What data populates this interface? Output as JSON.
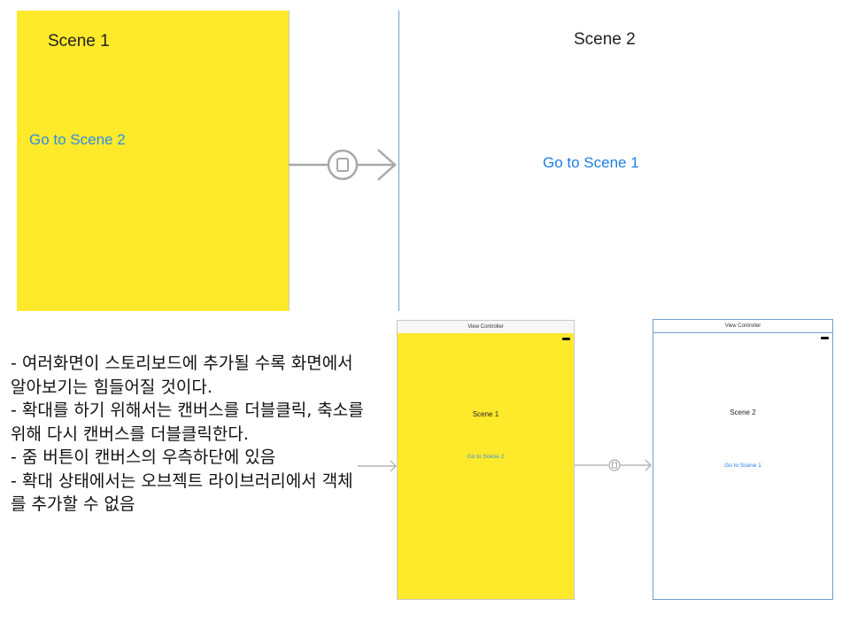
{
  "zoomed_storyboard": {
    "scene1": {
      "title": "Scene 1",
      "link": "Go to Scene 2",
      "background": "#fee92b"
    },
    "scene2": {
      "title": "Scene 2",
      "link": "Go to Scene 1",
      "background": "#ffffff"
    },
    "segue_icon": "segue-modal-icon"
  },
  "notes": [
    "- 여러화면이 스토리보드에 추가될 수록 화면에서 알아보기는 힘들어질 것이다.",
    "- 확대를 하기 위해서는 캔버스를 더블클릭, 축소를 위해 다시 캔버스를 더블클릭한다.",
    "- 줌 버튼이 캔버스의 우측하단에 있음",
    "- 확대 상태에서는 오브젝트 라이브러리에서 객체를 추가할 수 없음"
  ],
  "overview_storyboard": {
    "controllers": [
      {
        "header": "View Controller",
        "title": "Scene 1",
        "link": "Go to Scene 2",
        "background": "#fee92b"
      },
      {
        "header": "View Controller",
        "title": "Scene 2",
        "link": "Go to Scene 1",
        "background": "#ffffff"
      }
    ],
    "entry_arrow_icon": "entry-point-arrow-icon",
    "segue_icon": "segue-modal-icon"
  },
  "colors": {
    "scene_yellow": "#fee92b",
    "link_blue": "#1e7fe2",
    "selection_blue": "#6e9fcf",
    "segue_gray": "#a8a8a8"
  }
}
